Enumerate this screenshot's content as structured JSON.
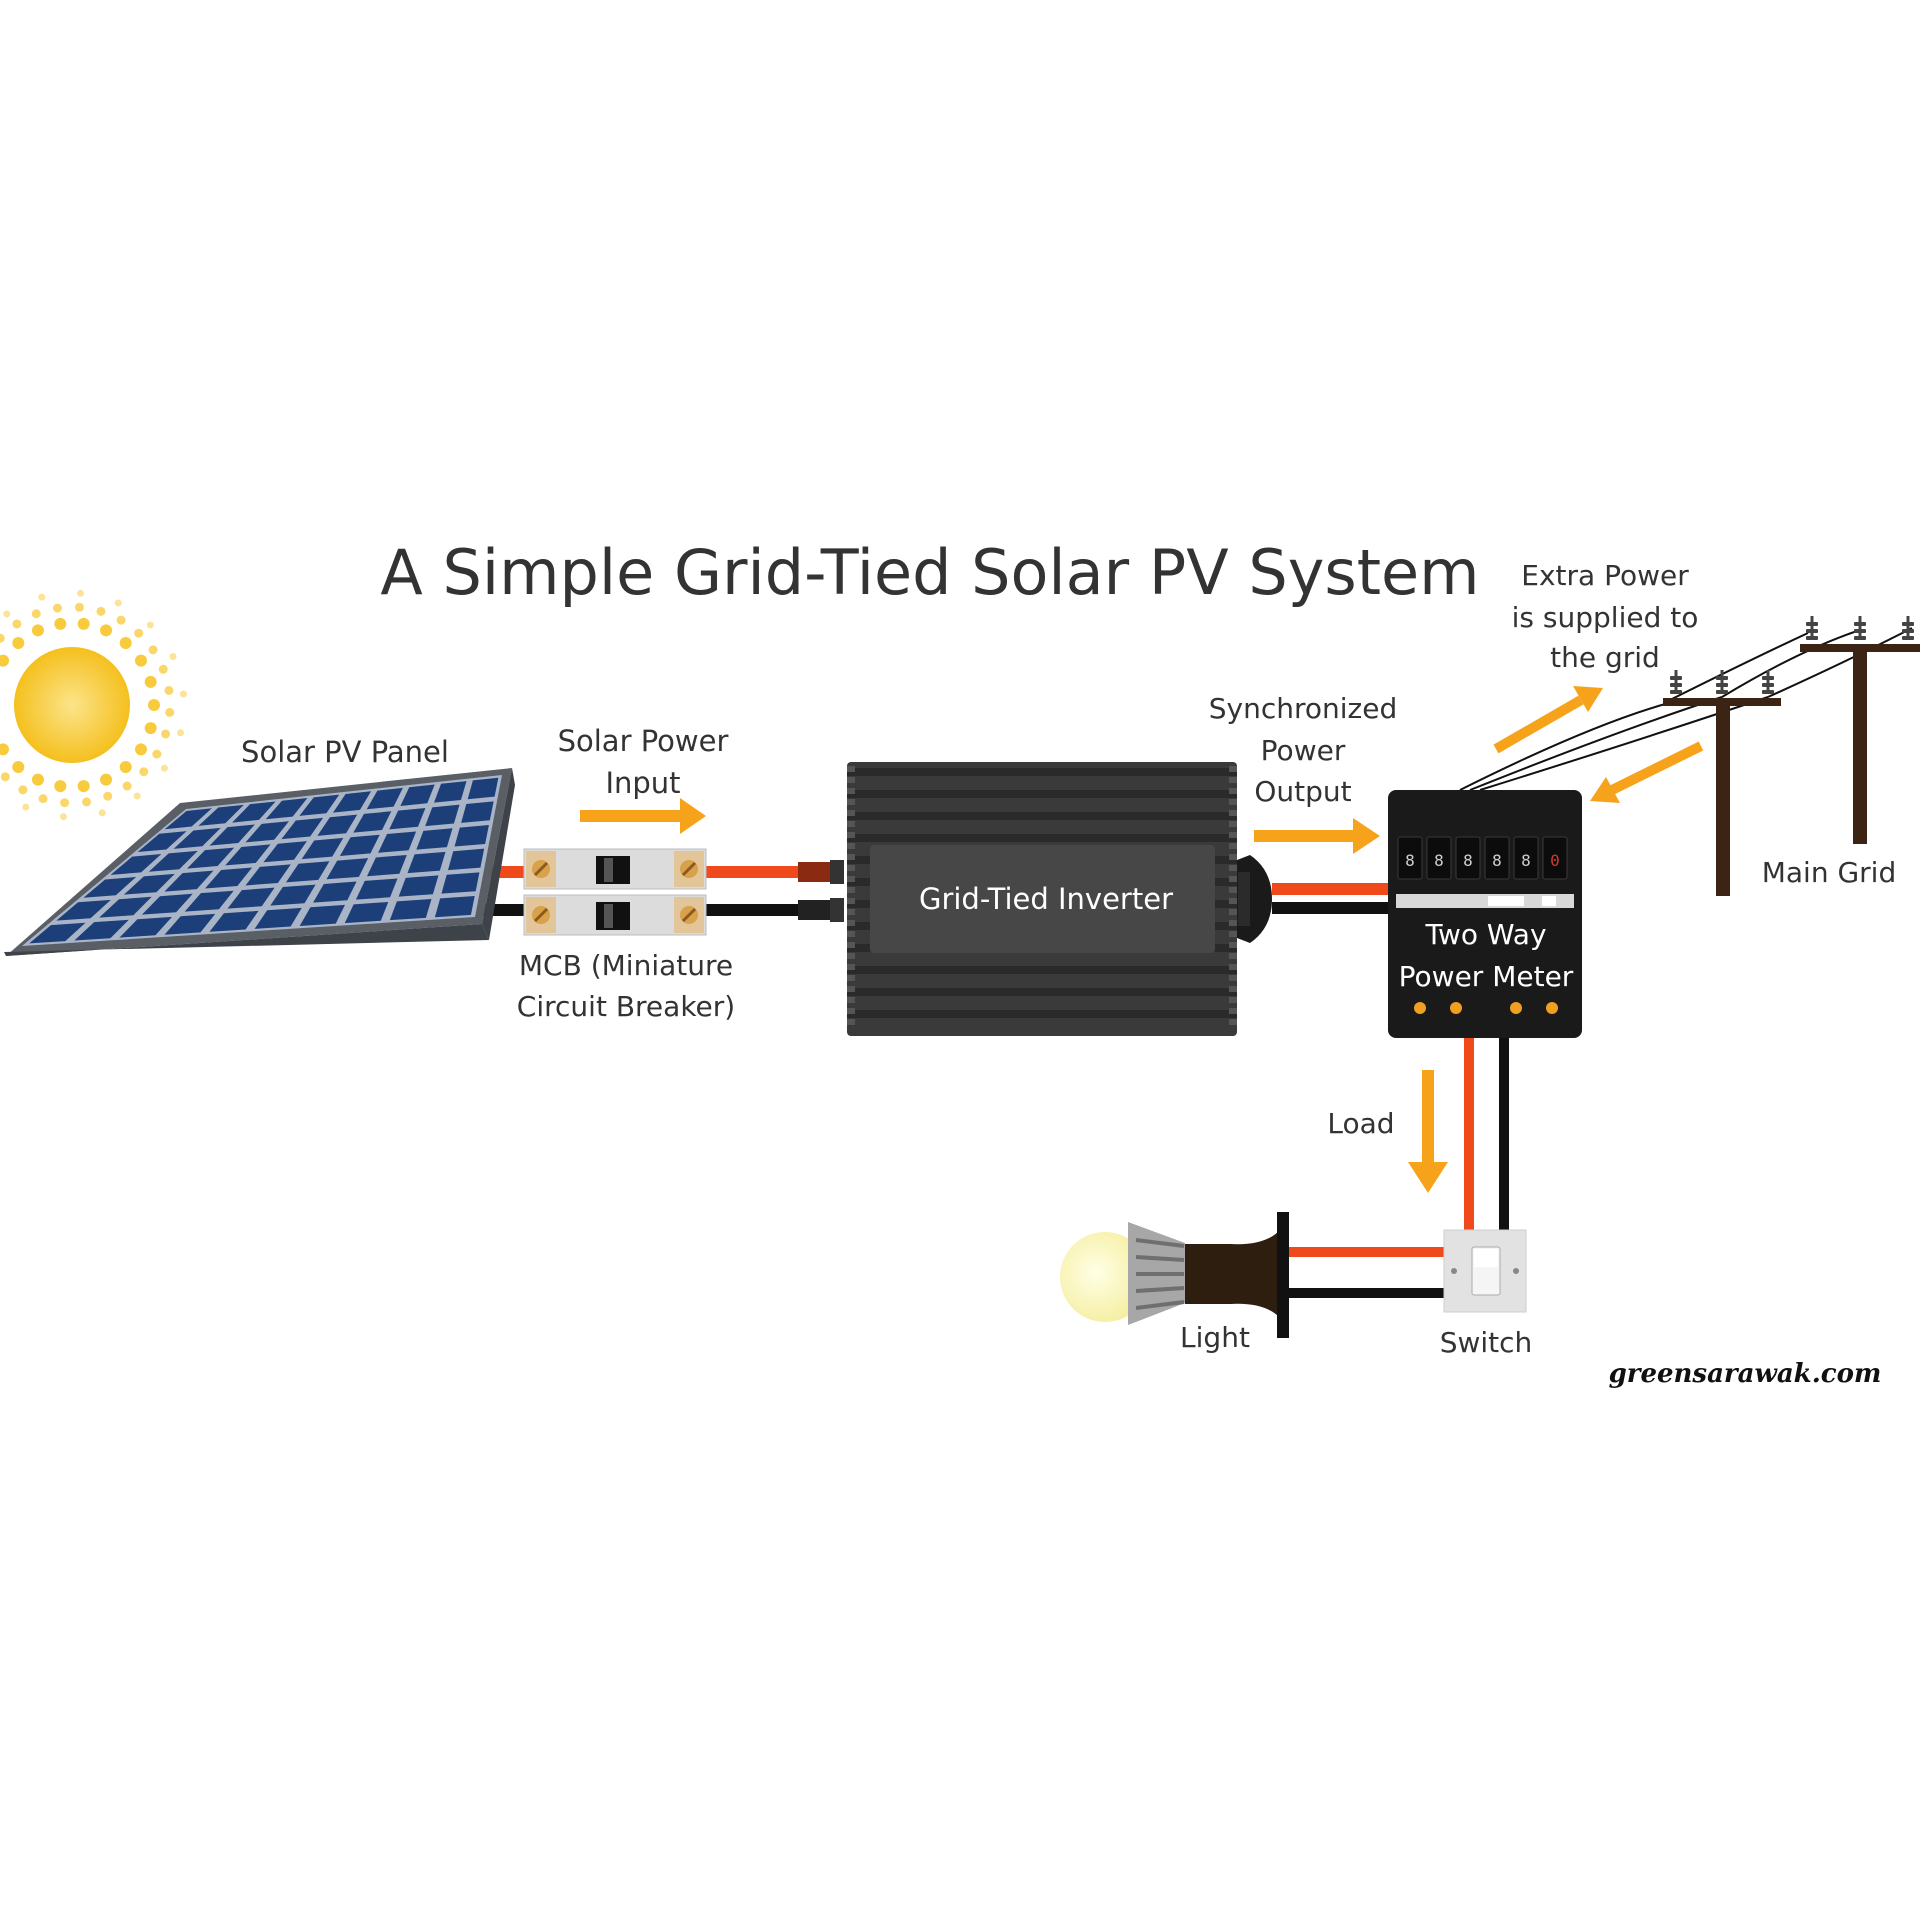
{
  "title": "A Simple Grid-Tied Solar PV System",
  "labels": {
    "solar_panel": "Solar PV Panel",
    "solar_input": [
      "Solar Power",
      "Input"
    ],
    "mcb": [
      "MCB (Miniature",
      "Circuit Breaker)"
    ],
    "inverter": "Grid-Tied Inverter",
    "sync_output": [
      "Synchronized",
      "Power",
      "Output"
    ],
    "extra_power": [
      "Extra Power",
      "is supplied to",
      "the grid"
    ],
    "meter": [
      "Two Way",
      "Power Meter"
    ],
    "main_grid": "Main Grid",
    "load": "Load",
    "light": "Light",
    "switch": "Switch"
  },
  "meter_digits": [
    "8",
    "8",
    "8",
    "8",
    "8",
    "0"
  ],
  "watermark": "greensarawak.com",
  "colors": {
    "positive_wire": "#f04a1c",
    "negative_wire": "#111111",
    "arrow": "#f7a21b",
    "panel_cell": "#1c3f7a",
    "panel_frame": "#5a5f66",
    "inverter_body": "#3a3a3a",
    "meter_body": "#1a1a1a",
    "sun": "#f7c21b",
    "pole": "#3b2414"
  }
}
